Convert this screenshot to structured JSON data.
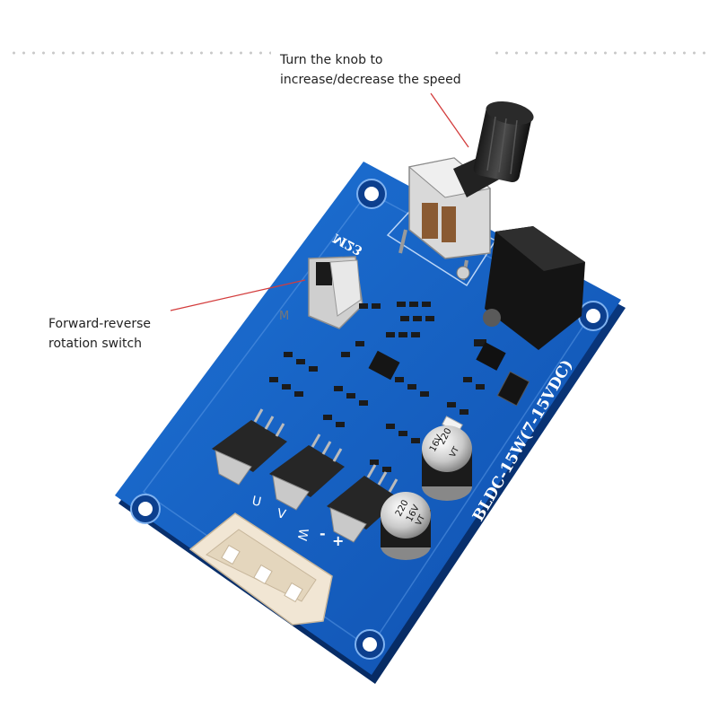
{
  "captions": {
    "knob": [
      "Turn the knob to",
      "increase/decrease the speed"
    ],
    "switch": [
      "Forward-reverse",
      "rotation switch"
    ]
  },
  "board": {
    "model_label": "BLDC-15W(7-15VDC)",
    "switch_silkscreen": "M23",
    "stray_label": "M",
    "phase_labels": [
      "U",
      "V",
      "W"
    ],
    "power_labels": [
      "-",
      "+"
    ],
    "cap1": [
      "220",
      "16V",
      "VT"
    ],
    "cap2": [
      "220",
      "16V",
      "VT"
    ]
  },
  "colors": {
    "pcb_blue": "#1565c8",
    "pcb_dark": "#0d47a1",
    "annotation_line": "#d33c3c",
    "connector": "#f1e6d4"
  }
}
